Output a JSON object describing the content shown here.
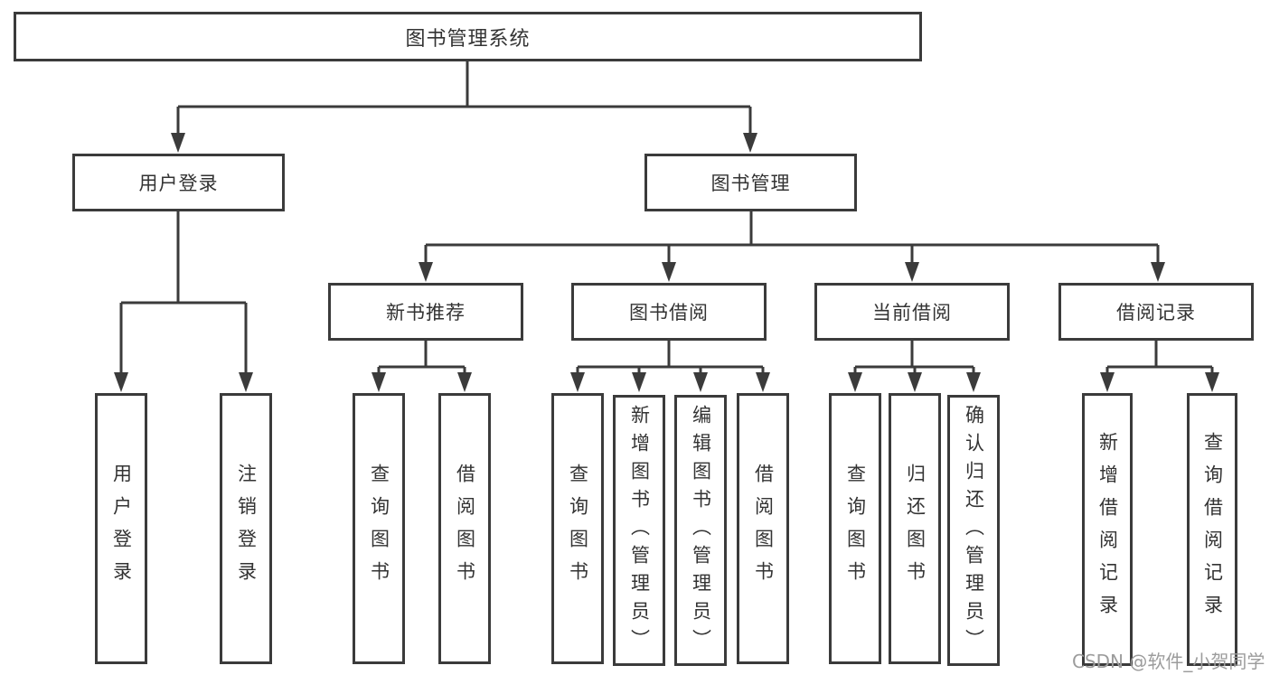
{
  "tree": {
    "root": {
      "label": "图书管理系统"
    },
    "branches": [
      {
        "label": "用户登录",
        "leaves": [
          "用户登录",
          "注销登录"
        ]
      },
      {
        "label": "图书管理",
        "groups": [
          {
            "label": "新书推荐",
            "leaves": [
              "查询图书",
              "借阅图书"
            ]
          },
          {
            "label": "图书借阅",
            "leaves": [
              "查询图书",
              "新增图书（管理员）",
              "编辑图书（管理员）",
              "借阅图书"
            ]
          },
          {
            "label": "当前借阅",
            "leaves": [
              "查询图书",
              "归还图书",
              "确认归还（管理员）"
            ]
          },
          {
            "label": "借阅记录",
            "leaves": [
              "新增借阅记录",
              "查询借阅记录"
            ]
          }
        ]
      }
    ]
  },
  "watermark": "CSDN @软件_小贺同学",
  "colors": {
    "line": "#3b3b3b",
    "text": "#333333",
    "background": "#ffffff",
    "watermark": "#9c9c9c"
  }
}
